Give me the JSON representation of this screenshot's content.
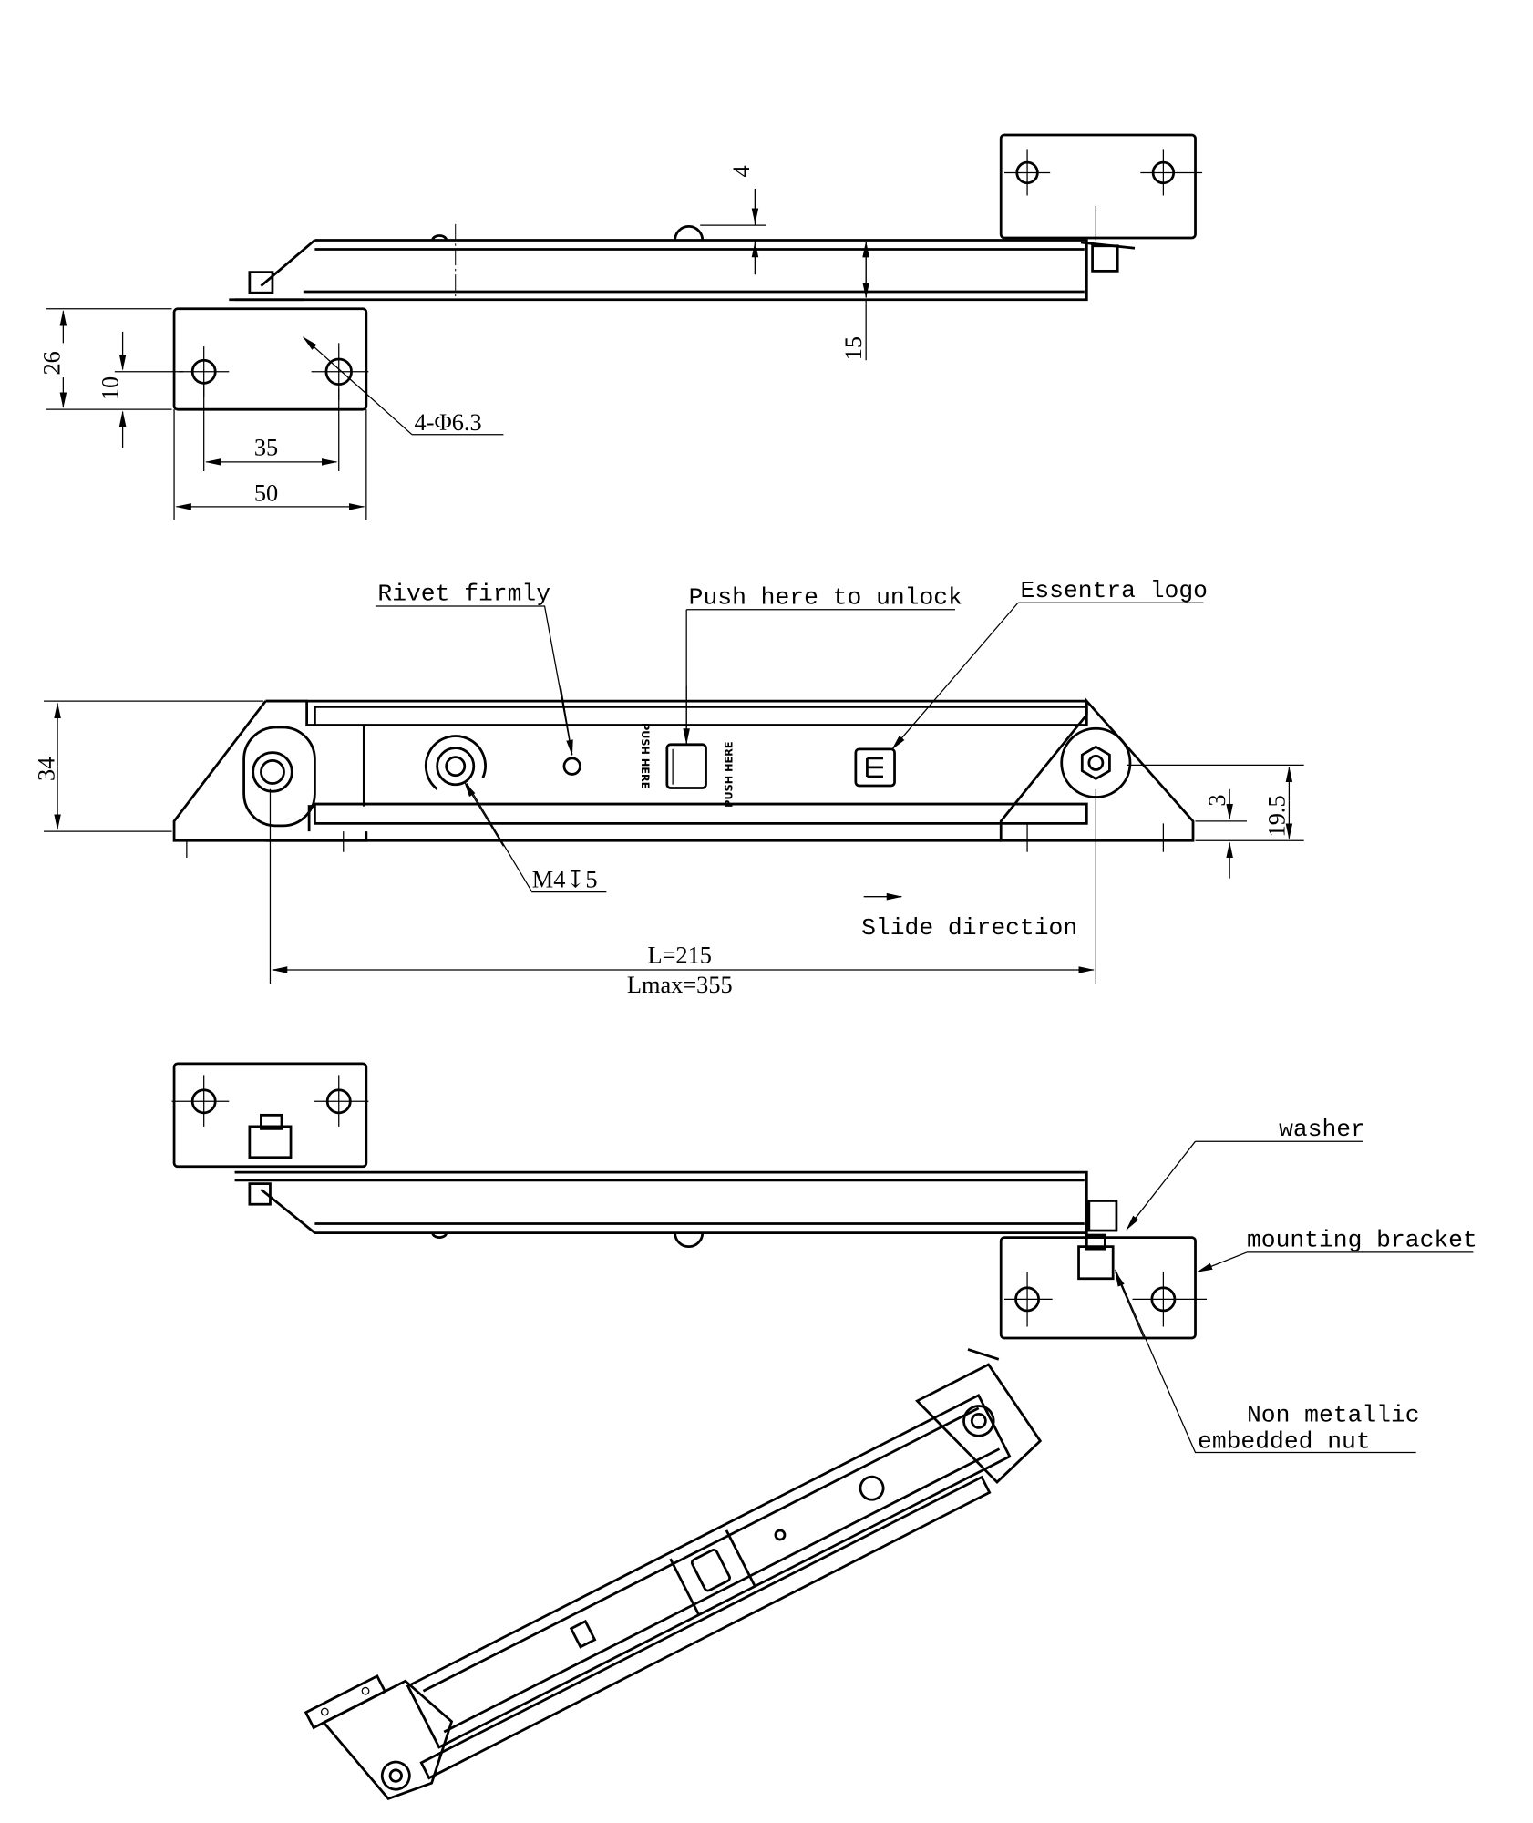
{
  "top_view": {
    "dimensions": {
      "d4": "4",
      "d15": "15",
      "d26": "26",
      "d10": "10",
      "d35": "35",
      "d50": "50"
    },
    "hole_callout": "4-Φ6.3"
  },
  "middle_view": {
    "callouts": {
      "rivet": "Rivet firmly",
      "push": "Push here to unlock",
      "logo": "Essentra logo",
      "thread": "M4↧5",
      "slide": "Slide direction"
    },
    "button_text": "PUSH HERE",
    "dimensions": {
      "d34": "34",
      "d3": "3",
      "d19_5": "19.5",
      "length": "L=215",
      "lmax": "Lmax=355"
    }
  },
  "bottom_view": {
    "callouts": {
      "washer": "washer",
      "bracket": "mounting bracket",
      "nut_line1": "Non metallic",
      "nut_line2": "embedded nut"
    }
  }
}
